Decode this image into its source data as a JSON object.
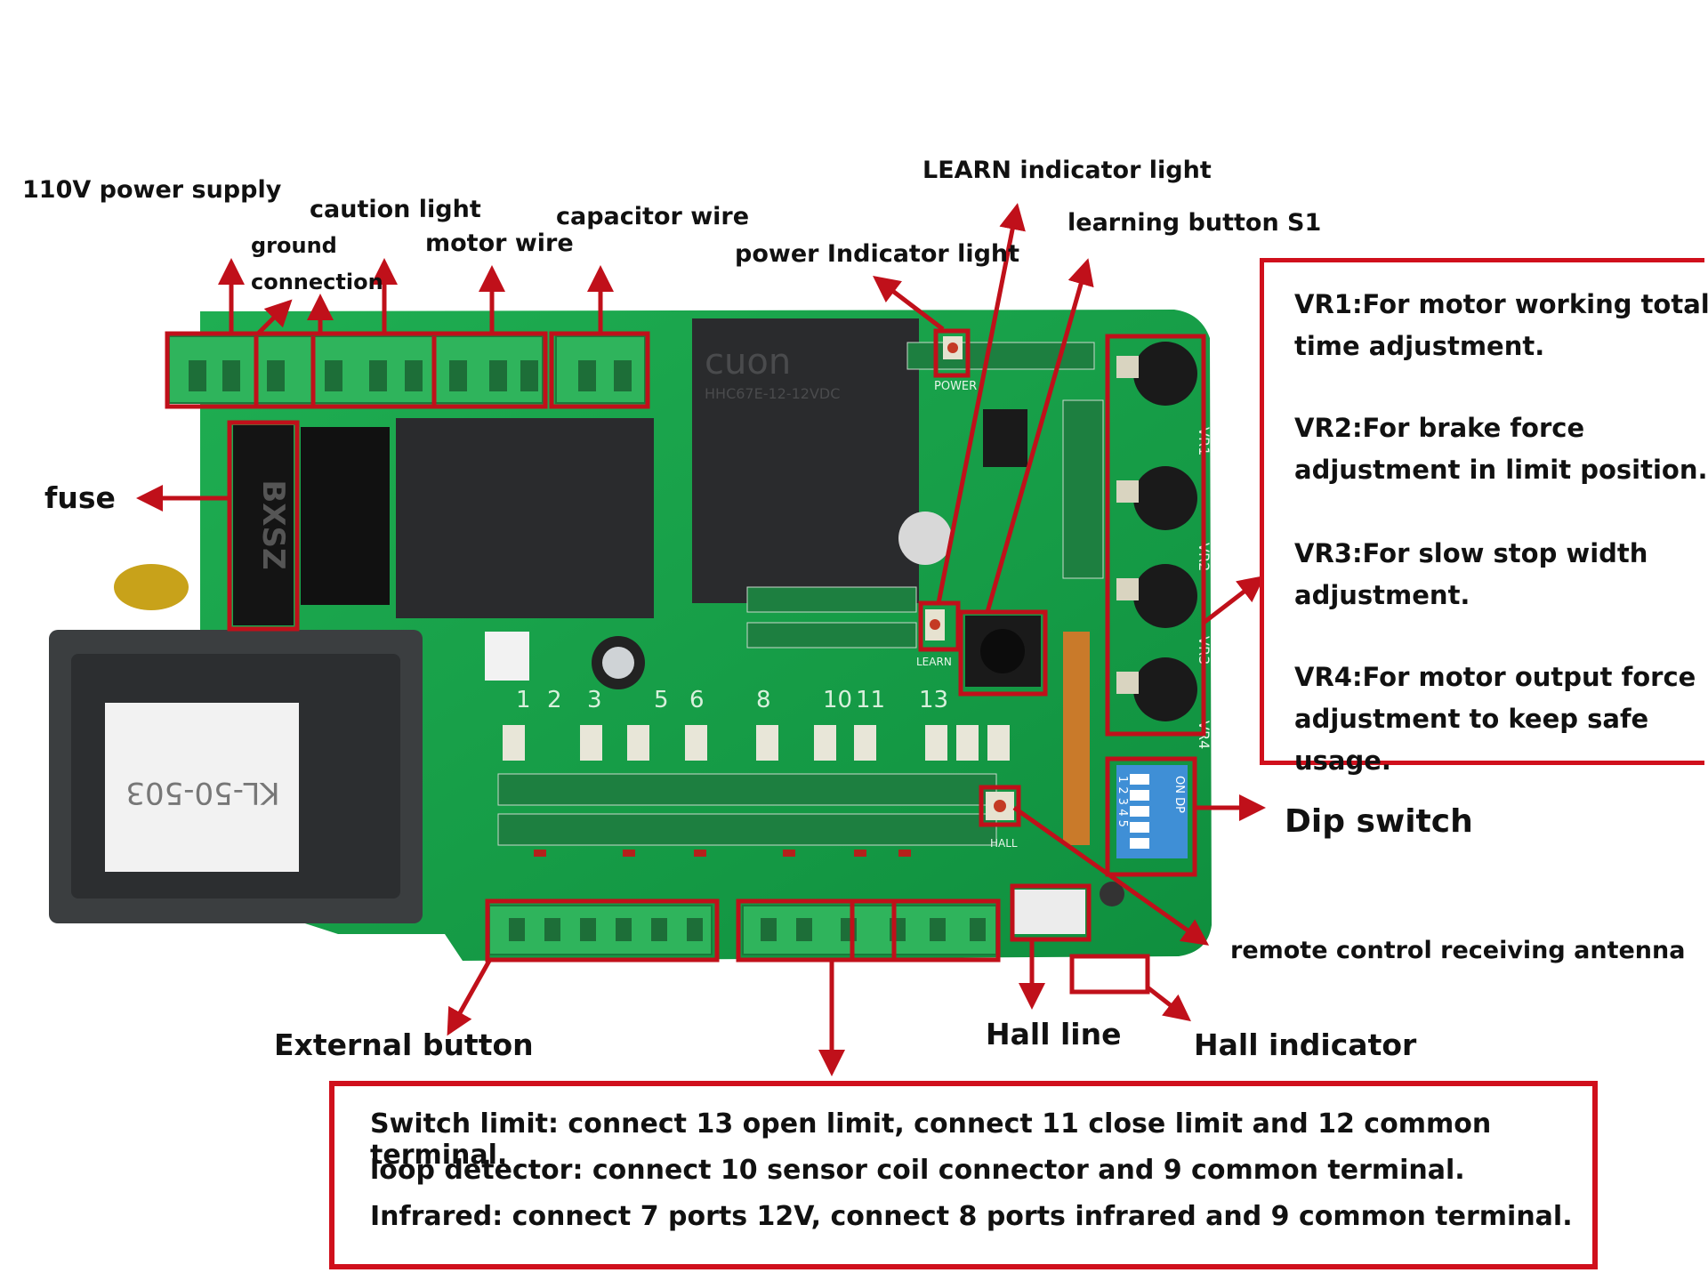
{
  "labels": {
    "power_supply": "110V power supply",
    "caution_light": "caution light",
    "ground": "ground",
    "connection": "connection",
    "motor_wire": "motor wire",
    "capacitor_wire": "capacitor wire",
    "learn_indicator": "LEARN indicator light",
    "learning_button": "learning button S1",
    "power_indicator": "power Indicator light",
    "fuse": "fuse",
    "dip_switch": "Dip switch",
    "antenna": "remote control receiving antenna",
    "external_button": "External button",
    "hall_line": "Hall line",
    "hall_indicator": "Hall indicator"
  },
  "vr_notes": [
    "VR1:For motor working total time adjustment.",
    "VR2:For brake force adjustment in limit position.",
    "VR3:For slow stop width adjustment.",
    "VR4:For motor output force adjustment to keep safe usage."
  ],
  "terminal_notes": [
    "Switch limit: connect 13 open limit, connect 11 close limit and 12 common terminal.",
    "loop detector: connect 10 sensor coil connector and 9 common terminal.",
    "Infrared: connect 7 ports 12V, connect 8 ports infrared and 9 common terminal."
  ],
  "board_text": {
    "fuse_mark": "BXSZ",
    "transformer_mark": "KL-50-503",
    "relay_mark": "cuon",
    "relay_model": "HHC67E-12-12VDC",
    "power_silk": "POWER",
    "learn_silk": "LEARN",
    "hall_silk": "HALL",
    "dip_silk": "ON DP",
    "dip_numbers": "1 2 3 4 5",
    "vr1": "VR1",
    "vr2": "VR2",
    "vr3": "VR3",
    "vr4": "VR4",
    "terminal_numbers": [
      "1",
      "2",
      "3",
      "5",
      "6",
      "8",
      "10",
      "11",
      "13"
    ]
  },
  "colors": {
    "annotation": "#d0101c",
    "pcb": "#17a94b",
    "terminal": "#2fb45c"
  }
}
